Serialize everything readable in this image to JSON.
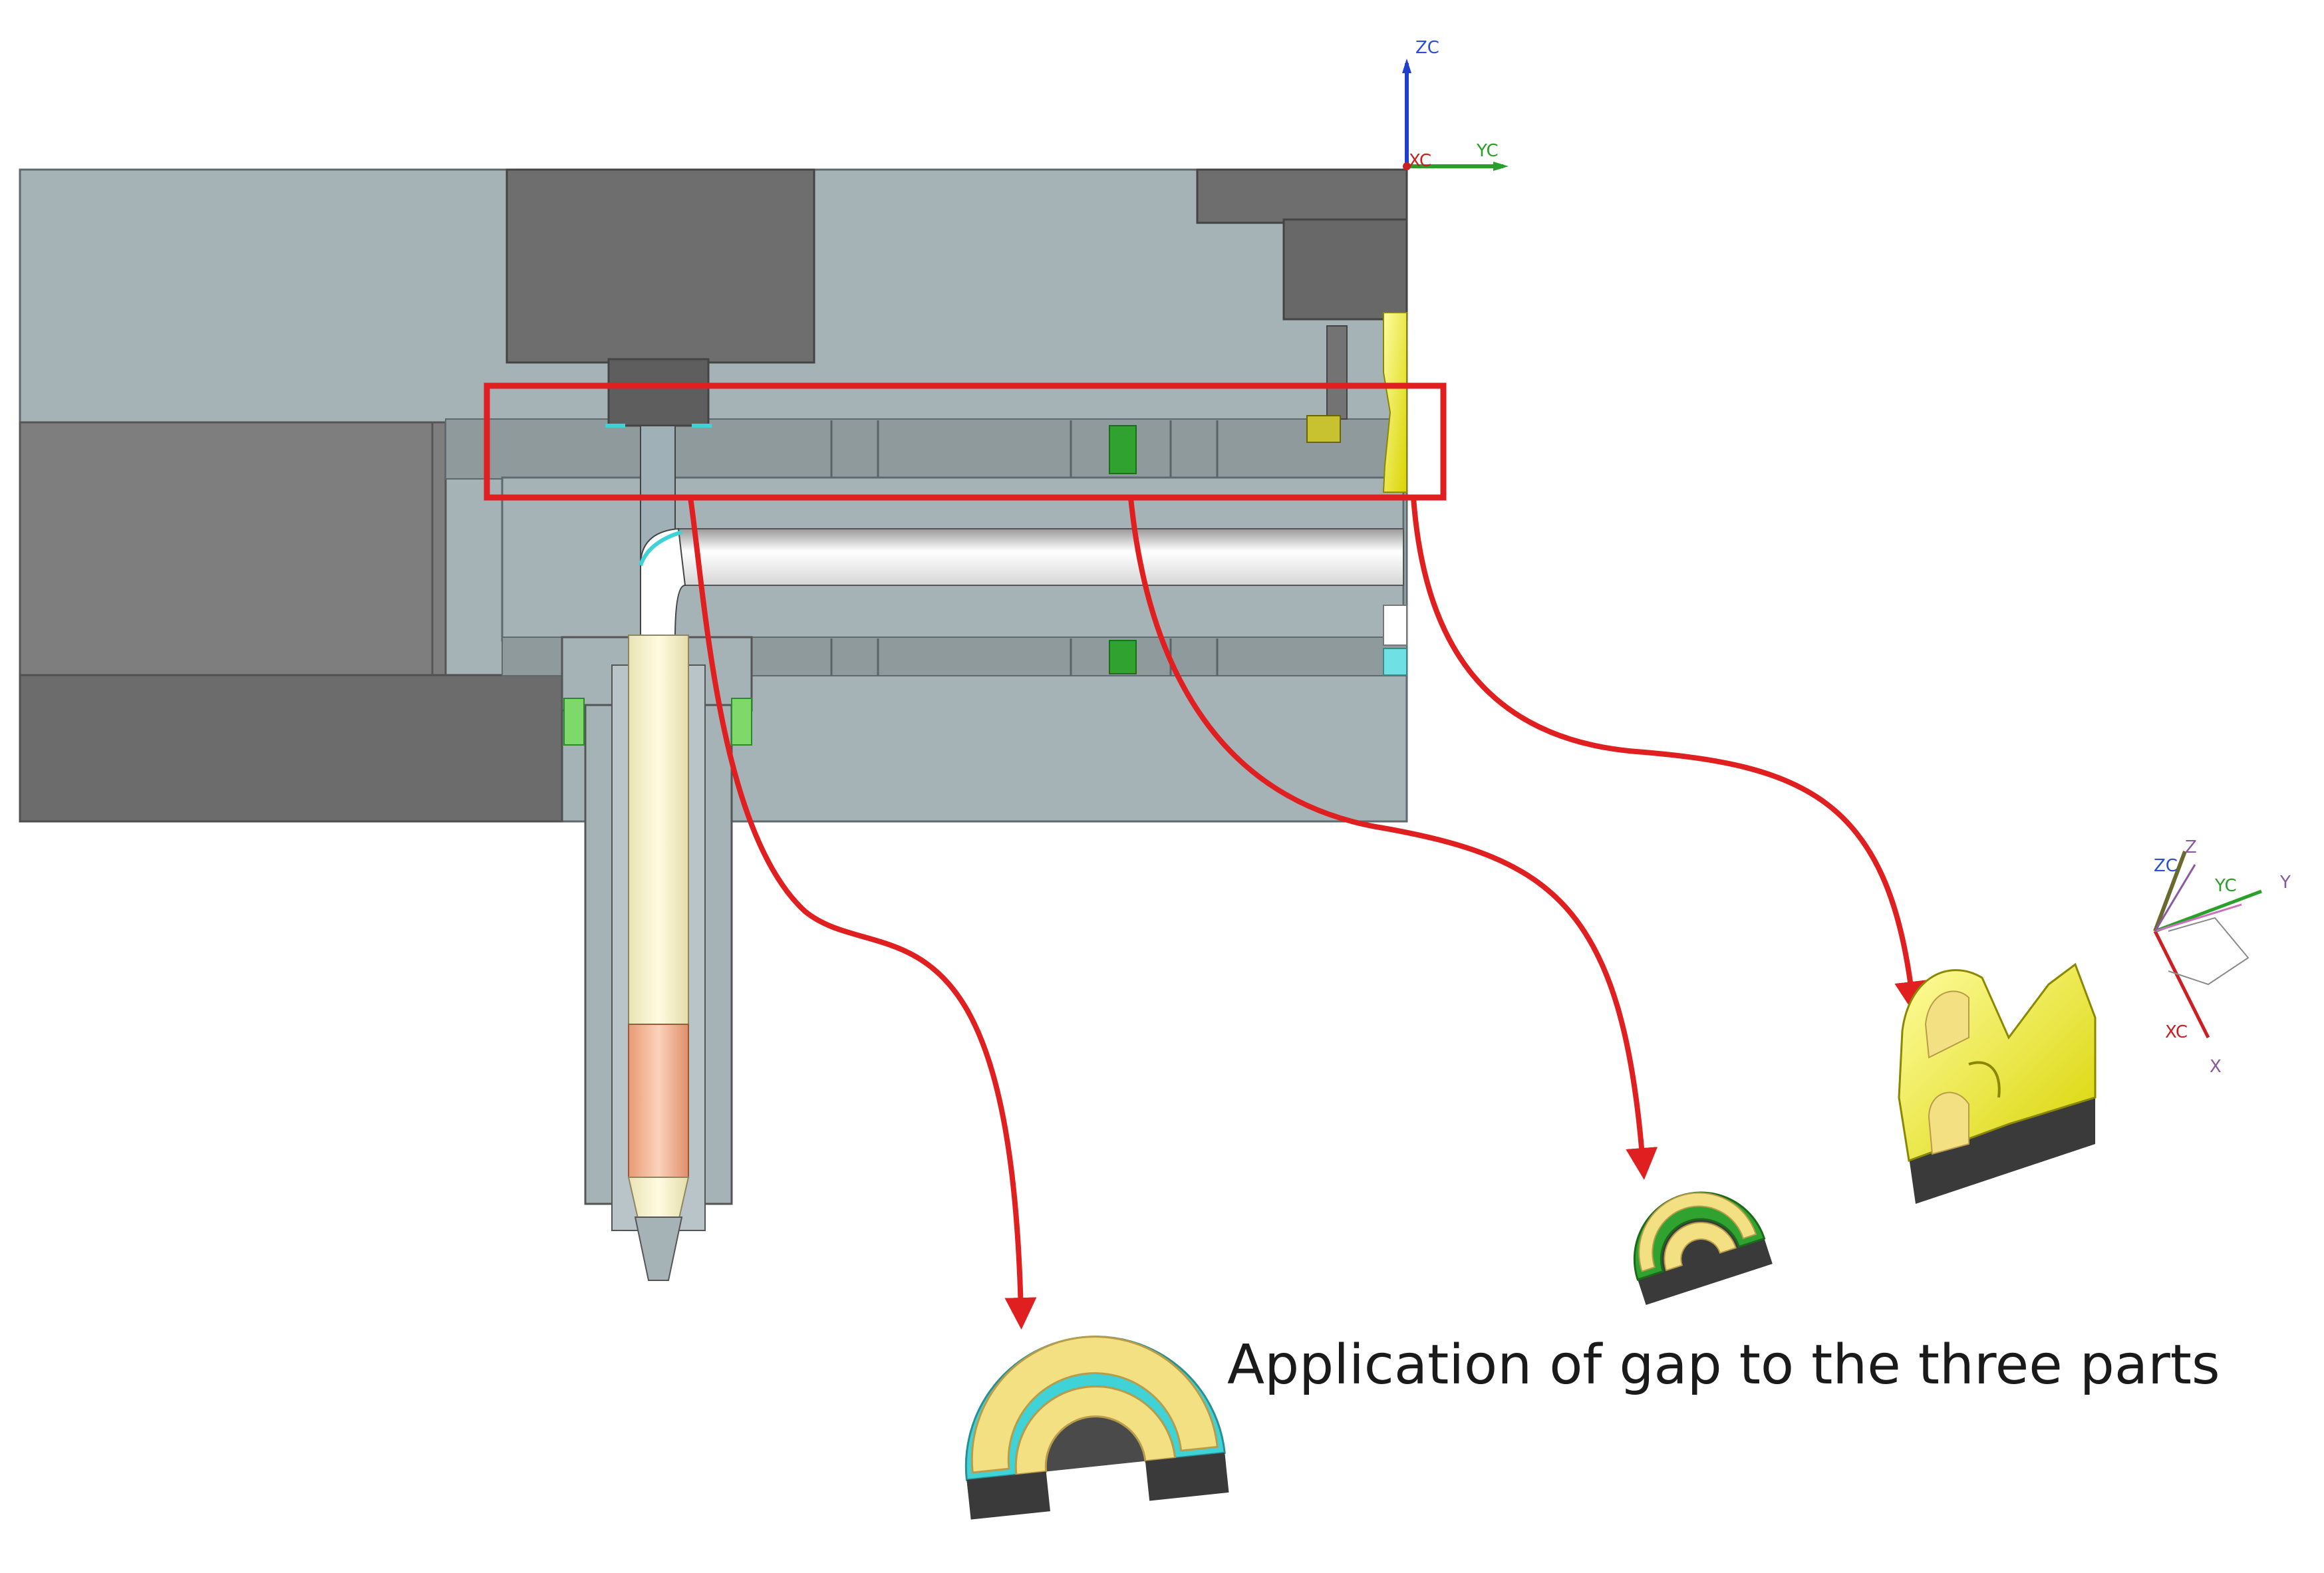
{
  "caption": "Application of gap to the three parts",
  "axes_top": {
    "z": "ZC",
    "y": "YC",
    "x": "XC"
  },
  "axes_right": {
    "zc": "ZC",
    "z": "Z",
    "yc": "YC",
    "y": "Y",
    "xc": "XC",
    "x": "X"
  },
  "colors": {
    "plate": "#a5b2b6",
    "plate_dark": "#7b7b7b",
    "highlight_box": "#e02020",
    "arrow": "#e02020",
    "gap_cyan": "#3fd2d6",
    "part_yellow": "#f2f06a",
    "part_green": "#3ea63e",
    "nozzle_cream": "#fbf6cf",
    "nozzle_copper": "#f3b08c"
  }
}
